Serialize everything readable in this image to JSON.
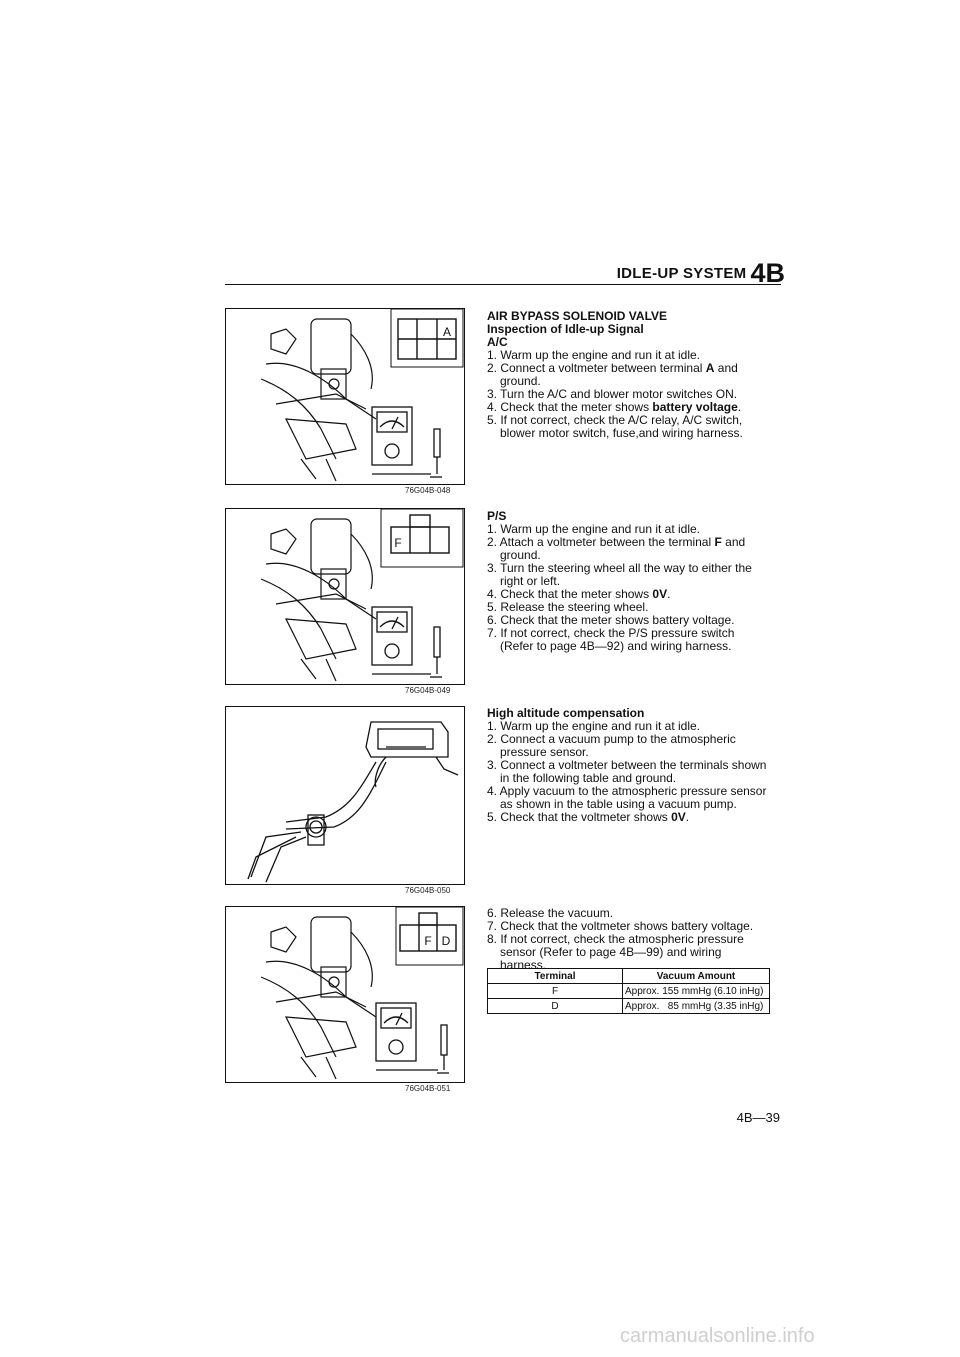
{
  "header": {
    "title": "IDLE-UP SYSTEM",
    "section": "4B"
  },
  "figures": [
    {
      "code": "76G04B-048",
      "terminals": [
        "A"
      ]
    },
    {
      "code": "76G04B-049",
      "terminals": [
        "F"
      ]
    },
    {
      "code": "76G04B-050"
    },
    {
      "code": "76G04B-051",
      "terminals": [
        "F",
        "D"
      ]
    }
  ],
  "sections": {
    "ac": {
      "heading1": "AIR BYPASS SOLENOID VALVE",
      "heading2": "Inspection of Idle-up Signal",
      "heading3": "A/C",
      "steps": [
        {
          "pre": "1. Warm up the engine and run it at idle."
        },
        {
          "pre": "2. Connect a voltmeter between terminal ",
          "bold": "A",
          "post": " and ground."
        },
        {
          "pre": "3. Turn the A/C and blower motor switches ON."
        },
        {
          "pre": "4. Check that the meter shows ",
          "bold": "battery voltage",
          "post": "."
        },
        {
          "pre": "5. If not correct, check the A/C relay, A/C switch, blower motor switch, fuse,and wiring harness."
        }
      ]
    },
    "ps": {
      "heading": "P/S",
      "steps": [
        {
          "pre": "1. Warm up the engine and run it at idle."
        },
        {
          "pre": "2. Attach a voltmeter between the terminal ",
          "bold": "F",
          "post": " and ground."
        },
        {
          "pre": "3. Turn the steering wheel all the way to either the right or left."
        },
        {
          "pre": "4. Check that the meter shows ",
          "bold": "0V",
          "post": "."
        },
        {
          "pre": "5. Release the steering wheel."
        },
        {
          "pre": "6. Check that the meter shows battery voltage."
        },
        {
          "pre": "7. If not correct, check the P/S pressure switch (Refer to page 4B—92) and wiring harness."
        }
      ]
    },
    "hac": {
      "heading": "High altitude compensation",
      "steps": [
        {
          "pre": "1. Warm up the engine and run it at idle."
        },
        {
          "pre": "2. Connect a vacuum pump to the atmospheric pressure sensor."
        },
        {
          "pre": "3. Connect a voltmeter between the terminals shown in the following table and ground."
        },
        {
          "pre": "4. Apply vacuum to the atmospheric pressure sensor as shown in the table using a vacuum pump."
        },
        {
          "pre": "5. Check that the voltmeter shows ",
          "bold": "0V",
          "post": "."
        }
      ]
    },
    "cont": {
      "steps": [
        {
          "pre": "6. Release the vacuum."
        },
        {
          "pre": "7. Check that the voltmeter shows battery voltage."
        },
        {
          "pre": "8. If not correct, check the atmospheric pressure sensor (Refer to page 4B—99) and wiring harness."
        }
      ]
    }
  },
  "vacuum_table": {
    "headers": [
      "Terminal",
      "Vacuum Amount"
    ],
    "rows": [
      [
        "F",
        "Approx. 155 mmHg (6.10 inHg)"
      ],
      [
        "D",
        "Approx.   85 mmHg (3.35 inHg)"
      ]
    ]
  },
  "page_number": "4B—39",
  "watermark": "carmanualsonline.info"
}
